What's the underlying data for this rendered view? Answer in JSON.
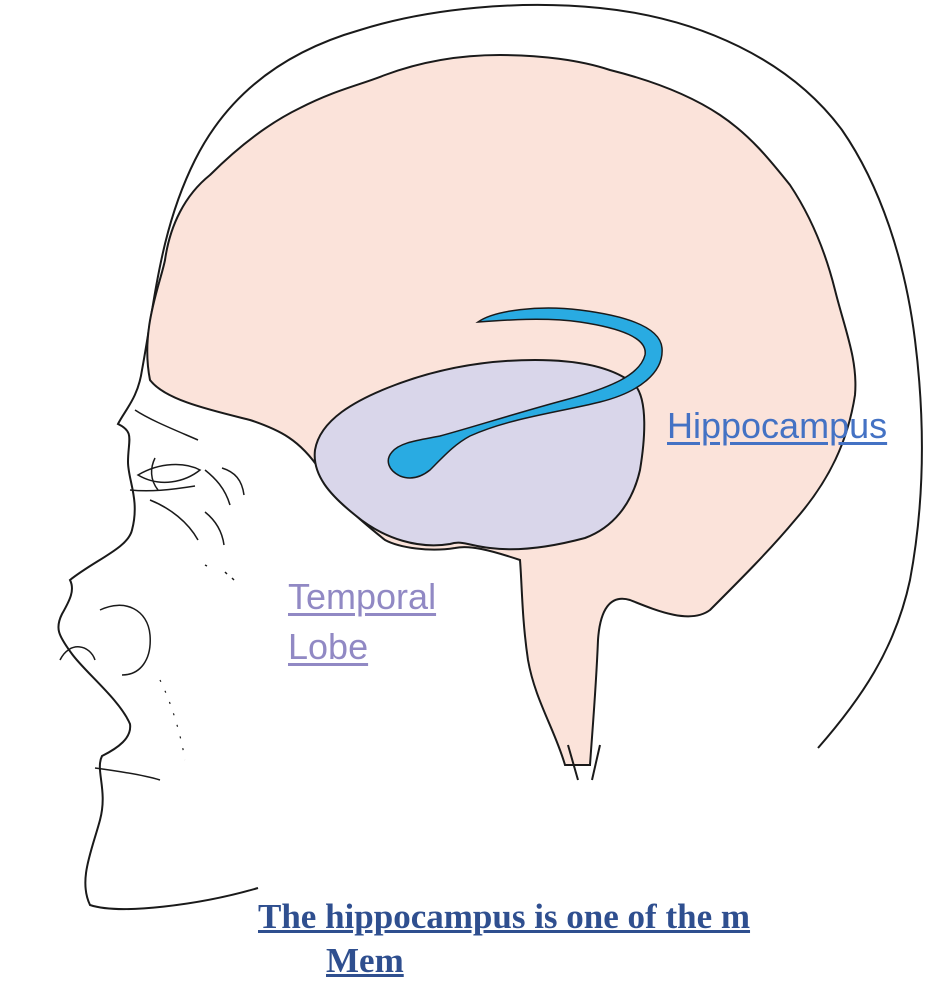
{
  "labels": {
    "hippocampus": "Hippocampus",
    "temporal_lobe_line1": "Temporal",
    "temporal_lobe_line2": "Lobe"
  },
  "caption": {
    "line1": "The hippocampus is one of the m",
    "line2": "Mem"
  },
  "colors": {
    "brain_fill": "#fbe3da",
    "temporal_lobe_fill": "#d9d6ea",
    "hippocampus_fill": "#29abe2",
    "hippocampus_label": "#4472c4",
    "temporal_label": "#9189c4",
    "caption_text": "#2f4f8f",
    "outline": "#1a1a1a"
  }
}
